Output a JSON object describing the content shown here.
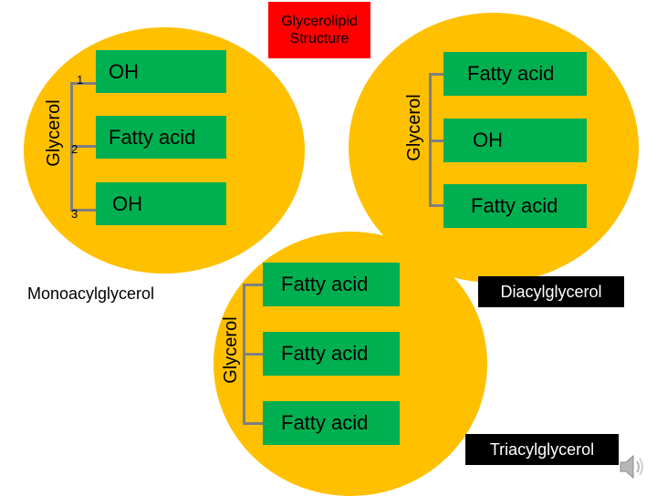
{
  "title": "Glycerolipid\nStructure",
  "mono": {
    "axis_label": "Glycerol",
    "positions": [
      "1",
      "2",
      "3"
    ],
    "groups": [
      "OH",
      "Fatty acid",
      "OH"
    ],
    "name": "Monoacylglycerol"
  },
  "di": {
    "axis_label": "Glycerol",
    "groups": [
      "Fatty acid",
      "OH",
      "Fatty acid"
    ],
    "name": "Diacylglycerol"
  },
  "tri": {
    "axis_label": "Glycerol",
    "groups": [
      "Fatty acid",
      "Fatty acid",
      "Fatty acid"
    ],
    "name": "Triacylglycerol"
  },
  "colors": {
    "circle": "#ffc000",
    "box": "#00b050",
    "title_bg": "#ff0000",
    "label_dark_bg": "#000000"
  },
  "icons": [
    "speaker-icon"
  ]
}
